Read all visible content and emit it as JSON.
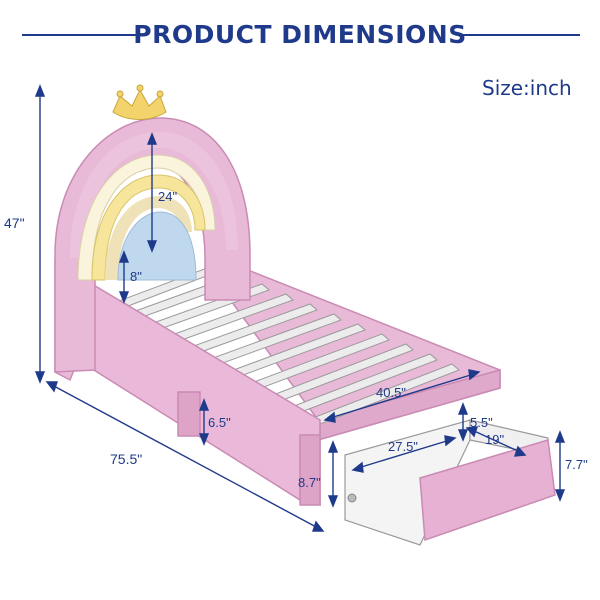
{
  "title": "PRODUCT DIMENSIONS",
  "size_note": "Size:inch",
  "dimensions": {
    "total_height": "47\"",
    "headboard_height": "24\"",
    "leg_clearance_top": "8\"",
    "total_length": "75.5\"",
    "bed_width": "40.5\"",
    "leg_height": "6.5\"",
    "side_rail_height": "8.7\"",
    "drawer_depth": "5.5\"",
    "drawer_width": "27.5\"",
    "drawer_length": "19\"",
    "drawer_height": "7.7\""
  },
  "colors": {
    "accent": "#1f3a8a",
    "bed_pink": "#e9b9d8",
    "bed_pink_dark": "#c98bb3",
    "rainbow_yellow": "#f6e59a",
    "rainbow_blue": "#bfd8ee",
    "rainbow_cream": "#fbf4dc",
    "crown": "#f3d36b",
    "slat": "#ececec"
  }
}
